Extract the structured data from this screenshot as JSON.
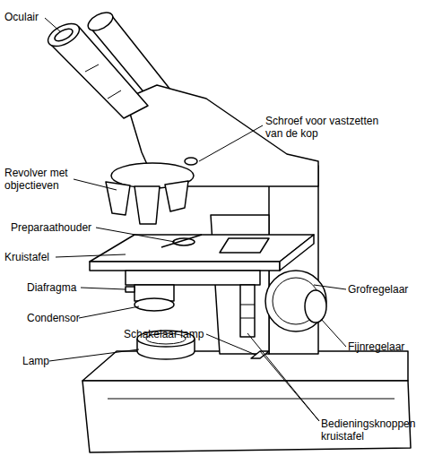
{
  "diagram": {
    "labels": [
      "Oculair",
      "Schroef voor vastzetten van de kop",
      "Revolver met objectieven",
      "Preparaathouder",
      "Kruistafel",
      "Diafragma",
      "Condensor",
      "Schakelaar lamp",
      "Lamp",
      "Grofregelaar",
      "Fijnregelaar",
      "Bedieningsknoppen kruistafel"
    ]
  }
}
